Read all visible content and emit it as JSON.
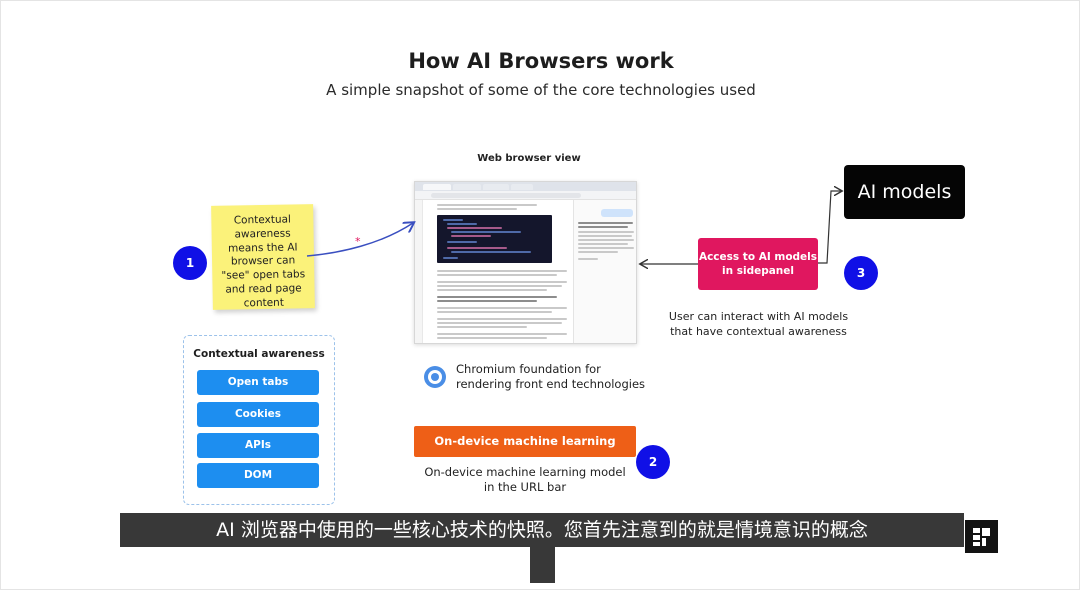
{
  "slide": {
    "title": "How AI Browsers work",
    "subtitle": "A simple snapshot of some of the core technologies used"
  },
  "sticky_note": {
    "text": "Contextual awareness means the AI browser can \"see\" open tabs and read page content"
  },
  "badges": [
    "1",
    "2",
    "3"
  ],
  "contextual_awareness": {
    "title": "Contextual awareness",
    "items": [
      "Open tabs",
      "Cookies",
      "APIs",
      "DOM"
    ]
  },
  "browser_view": {
    "label": "Web browser view"
  },
  "chromium": {
    "text": "Chromium foundation for rendering front end technologies"
  },
  "on_device_ml": {
    "label": "On-device machine learning",
    "text": "On-device machine learning model in the URL bar"
  },
  "sidepanel": {
    "label": "Access to AI models in sidepanel",
    "text": "User can interact with AI models that have contextual awareness"
  },
  "ai_models": {
    "label": "AI models"
  },
  "subtitle_caption": {
    "text": "AI 浏览器中使用的一些核心技术的快照。您首先注意到的就是情境意识的概念"
  },
  "colors": {
    "sticky": "#fbf27a",
    "badge": "#1010e6",
    "context_item": "#1d8ef0",
    "ml_box": "#ee5f17",
    "access_box": "#e0175f",
    "ai_box": "#050505",
    "arrow_blue": "#3a4fc0",
    "caption_bg": "#383838"
  },
  "icons": [
    "chromium-icon",
    "fullscreen-icon"
  ]
}
